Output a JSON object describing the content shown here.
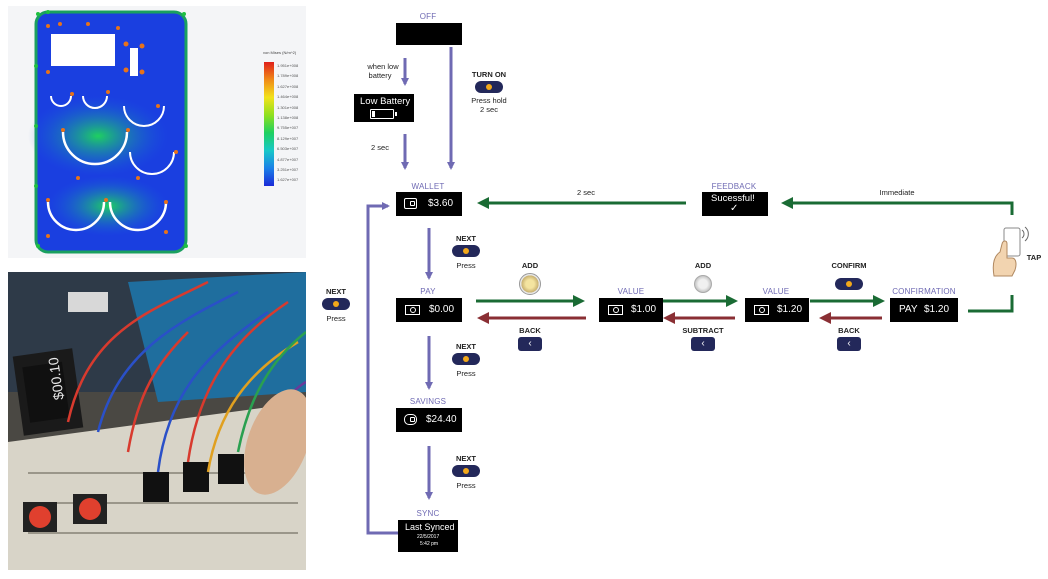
{
  "stress_plot": {
    "legend_title": "von Mises (N/m^2)",
    "legend_ticks": [
      "1.951e+008",
      "1.789e+008",
      "1.627e+008",
      "1.464e+008",
      "1.301e+008",
      "1.138e+008",
      "9.755e+007",
      "8.129e+007",
      "6.503e+007",
      "4.877e+007",
      "3.251e+007",
      "1.627e+007",
      "1.000e+001"
    ],
    "colors": {
      "high": "#e0201a",
      "mid": "#f2e21a",
      "low": "#1a2ad8"
    }
  },
  "photo": {
    "display_text": "$00.10"
  },
  "flow": {
    "states": {
      "off": {
        "label": "OFF"
      },
      "low_battery": {
        "text": "Low Battery"
      },
      "wallet": {
        "label": "WALLET",
        "value": "$3.60"
      },
      "pay": {
        "label": "PAY",
        "value": "$0.00"
      },
      "value1": {
        "label": "VALUE",
        "value": "$1.00"
      },
      "value2": {
        "label": "VALUE",
        "value": "$1.20"
      },
      "confirmation": {
        "label": "CONFIRMATION",
        "prefix": "PAY",
        "value": "$1.20"
      },
      "feedback": {
        "label": "FEEDBACK",
        "text": "Sucessful!",
        "check": "✓"
      },
      "savings": {
        "label": "SAVINGS",
        "value": "$24.40"
      },
      "sync": {
        "label": "SYNC",
        "title": "Last Synced",
        "date": "22/5/2017",
        "time": "5:42 pm"
      }
    },
    "annotations": {
      "when_low": "when low",
      "battery": "battery",
      "two_sec_left": "2 sec",
      "turn_on": "TURN ON",
      "press_hold": "Press hold",
      "press_hold_2": "2 sec",
      "next": "NEXT",
      "press": "Press",
      "add": "ADD",
      "back": "BACK",
      "subtract": "SUBTRACT",
      "confirm": "CONFIRM",
      "two_sec_top": "2 sec",
      "immediate": "Immediate",
      "tap": "TAP",
      "back_glyph": "‹"
    },
    "colors": {
      "purple": "#6f6ab3",
      "green": "#1a6b34",
      "red": "#8a2f34",
      "button": "#23285a",
      "button_dot": "#f2a81a"
    }
  }
}
